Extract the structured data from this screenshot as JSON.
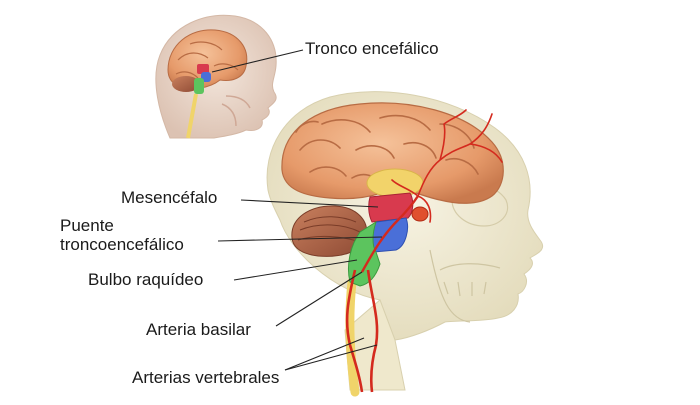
{
  "labels": {
    "brainstem": "Tronco encefálico",
    "midbrain": "Mesencéfalo",
    "pons": "Puente troncoencefálico",
    "medulla": "Bulbo raquídeo",
    "basilar_artery": "Arteria basilar",
    "vertebral_arteries": "Arterias vertebrales"
  },
  "colors": {
    "cerebrum": "#e9a072",
    "cerebellum": "#b8684a",
    "midbrain": "#d83a4e",
    "pons": "#4a6fd8",
    "medulla": "#5cc45e",
    "artery": "#d42a1e",
    "spinal_cord": "#f0d46a",
    "skull": "#ece7cf",
    "head_small": "#e9d8cc"
  }
}
